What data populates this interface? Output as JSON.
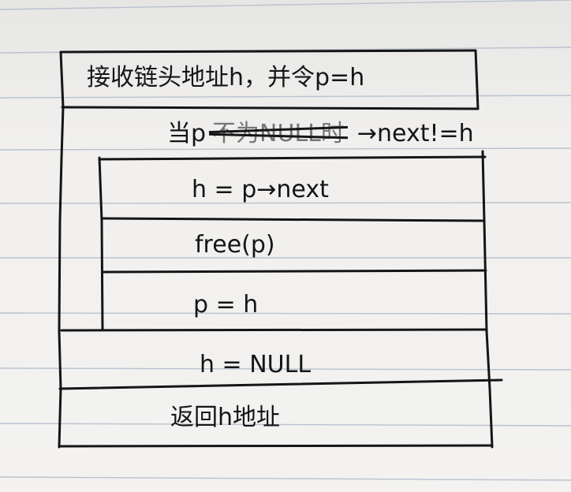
{
  "steps": {
    "receive": "接收链头地址h，并令p=h",
    "loop_prefix": "当p",
    "loop_struck": "不为NULL时",
    "loop_cond": "→next!=h",
    "body_next": "h = p→next",
    "body_free": "free(p)",
    "body_assign": "p = h",
    "set_null": "h = NULL",
    "return": "返回h地址"
  },
  "colors": {
    "paper": "#f2f1ef",
    "rule": "#b9c2cf",
    "ink": "#151515"
  }
}
